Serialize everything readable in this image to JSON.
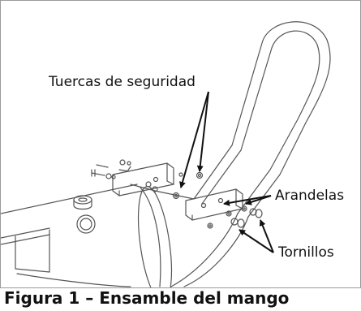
{
  "figure": {
    "labels": {
      "lock_nuts": "Tuercas de seguridad",
      "washers": "Arandelas",
      "bolts": "Tornillos"
    },
    "caption": "Figura 1 – Ensamble del mango"
  }
}
